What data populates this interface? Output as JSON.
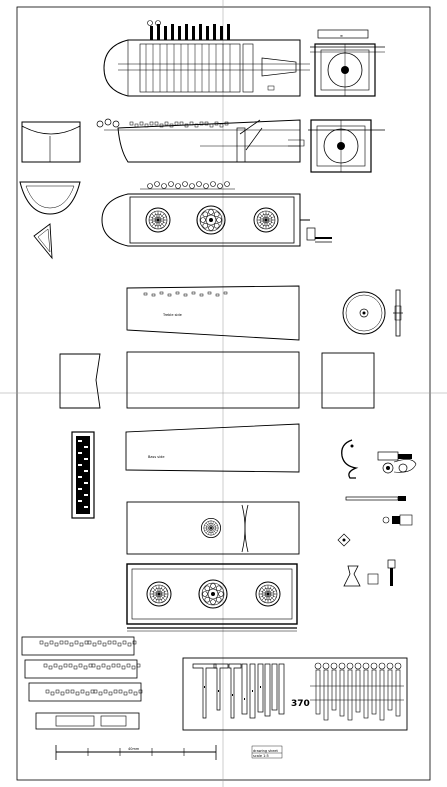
{
  "sheet": {
    "part_number_label": "370",
    "scale_bar_label": "40mm",
    "title_block": {
      "line1": "drawing sheet",
      "line2": "scale 1:5"
    },
    "side_label_top": "Treble side",
    "side_label_bottom": "Bass side"
  },
  "colors": {
    "line": "#000000",
    "background": "#ffffff",
    "guide": "#9a9a9a"
  }
}
